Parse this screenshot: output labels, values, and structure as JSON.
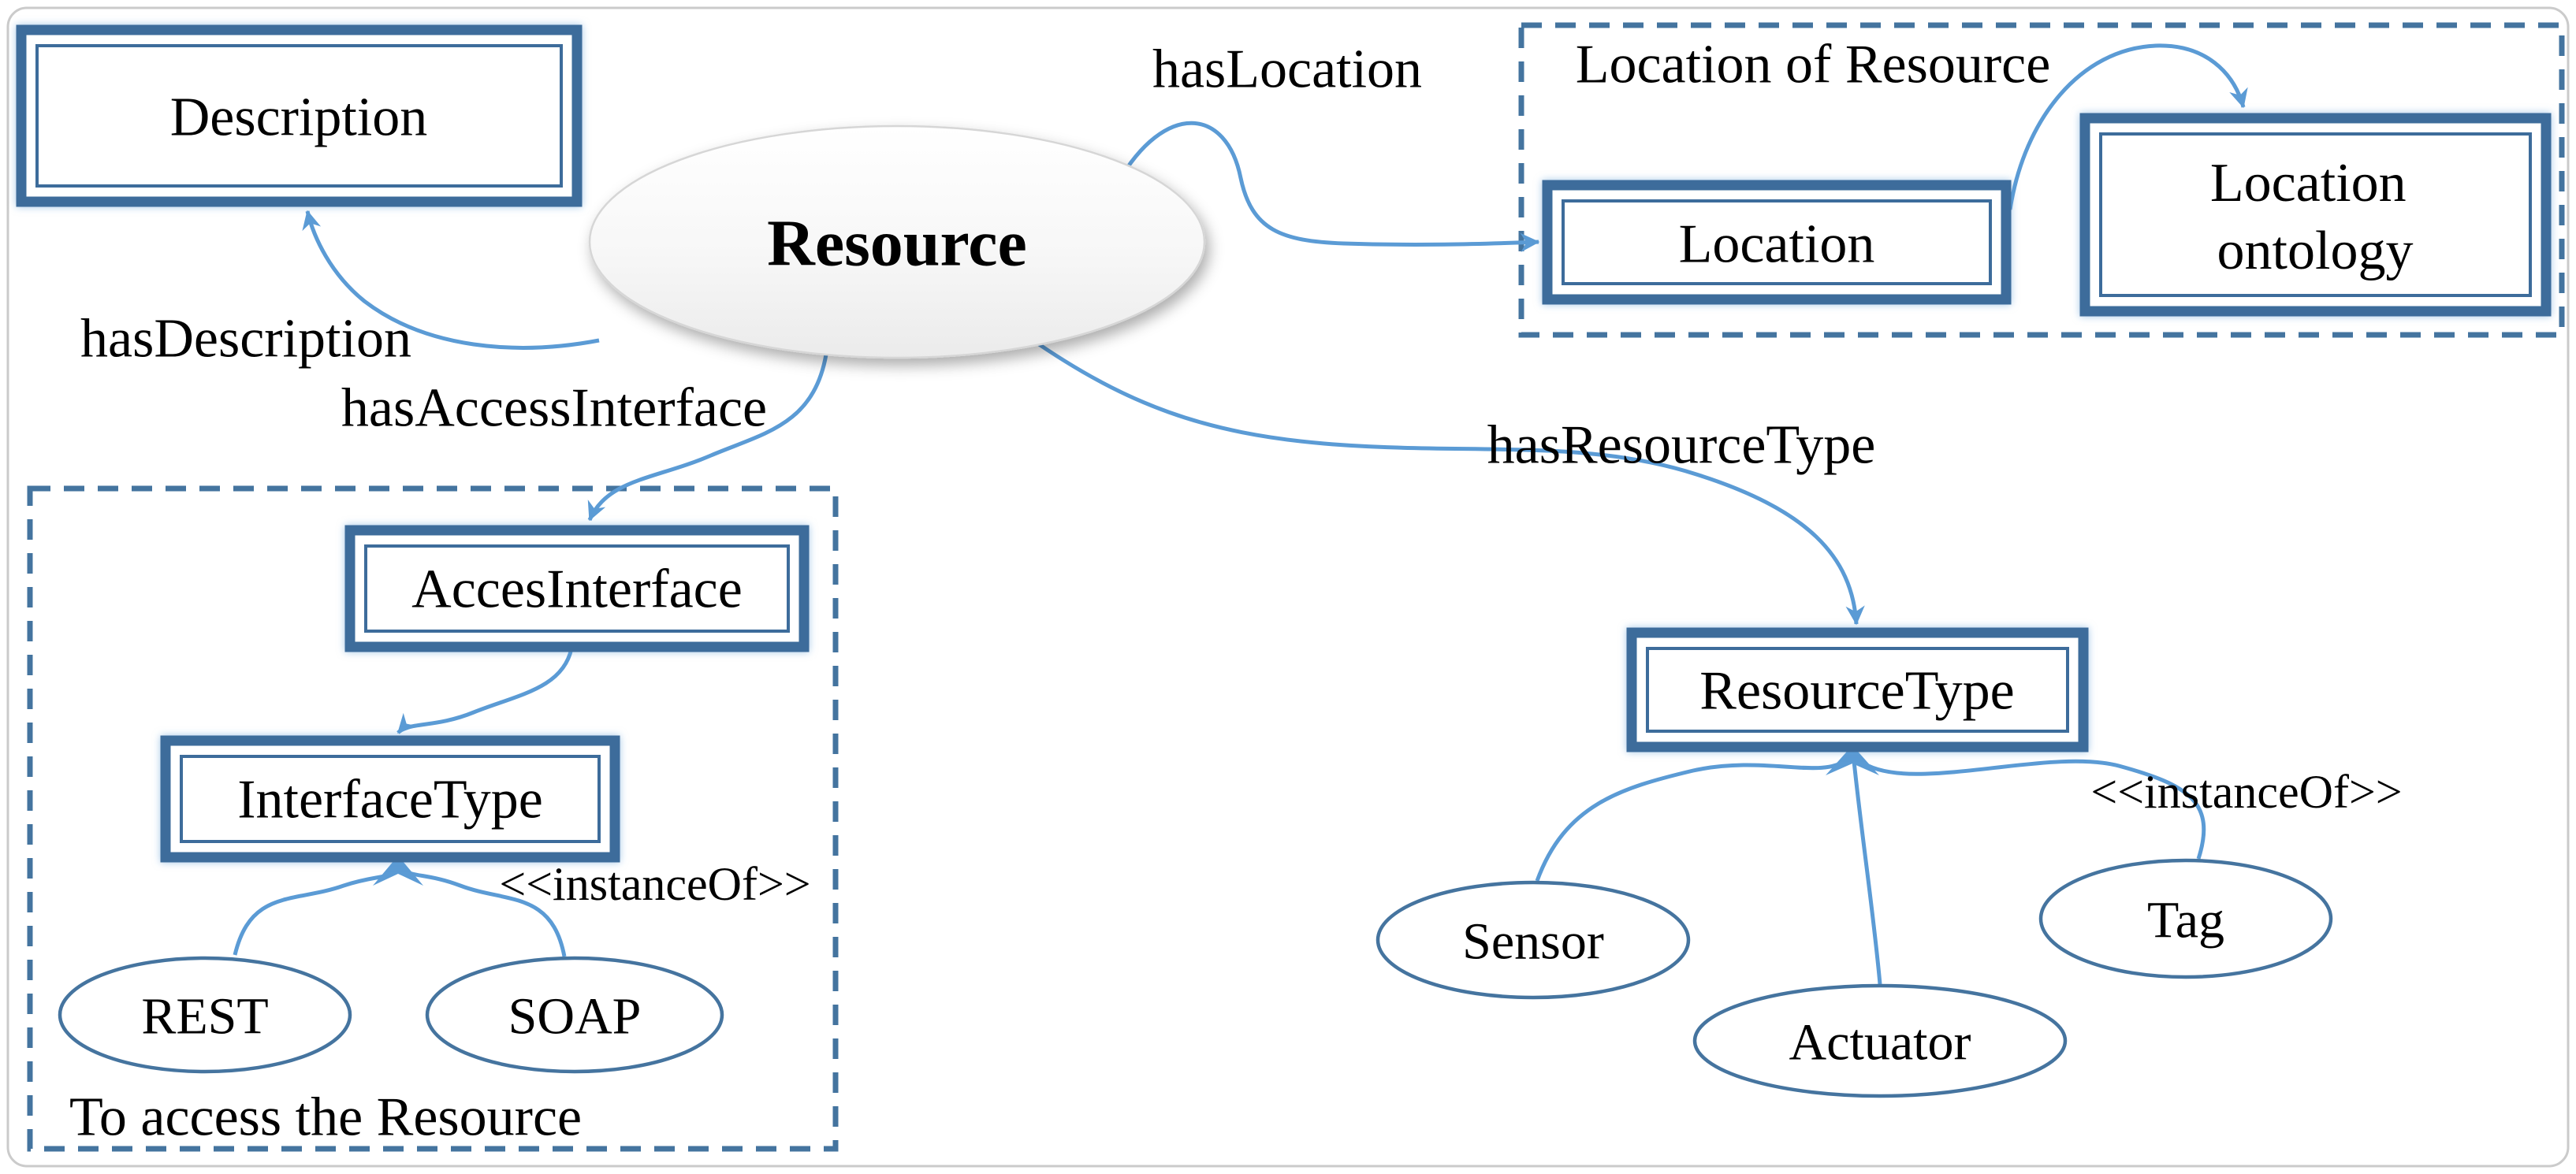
{
  "nodes": {
    "description": {
      "label": "Description"
    },
    "resource": {
      "label": "Resource"
    },
    "location": {
      "label": "Location"
    },
    "location_ontology": {
      "line1": "Location",
      "line2": "ontology"
    },
    "acces_interface": {
      "label": "AccesInterface"
    },
    "interface_type": {
      "label": "InterfaceType"
    },
    "resource_type": {
      "label": "ResourceType"
    },
    "rest": {
      "label": "REST"
    },
    "soap": {
      "label": "SOAP"
    },
    "sensor": {
      "label": "Sensor"
    },
    "actuator": {
      "label": "Actuator"
    },
    "tag": {
      "label": "Tag"
    }
  },
  "edge_labels": {
    "has_description": "hasDescription",
    "has_location": "hasLocation",
    "has_access_interface": "hasAccessInterface",
    "has_resource_type": "hasResourceType",
    "instance_of_interface": "<<instanceOf>>",
    "instance_of_resource": "<<instanceOf>>"
  },
  "annotations": {
    "location_group_label": "Location of Resource",
    "access_group_note": "To access the Resource"
  },
  "colors": {
    "box_border": "#3d6c9b",
    "dashed_border": "#44749f",
    "ellipse_border": "#45749f",
    "arrow": "#5b9bd5",
    "text": "#000000",
    "frame_border": "#cbcbcb",
    "background": "#ffffff"
  }
}
